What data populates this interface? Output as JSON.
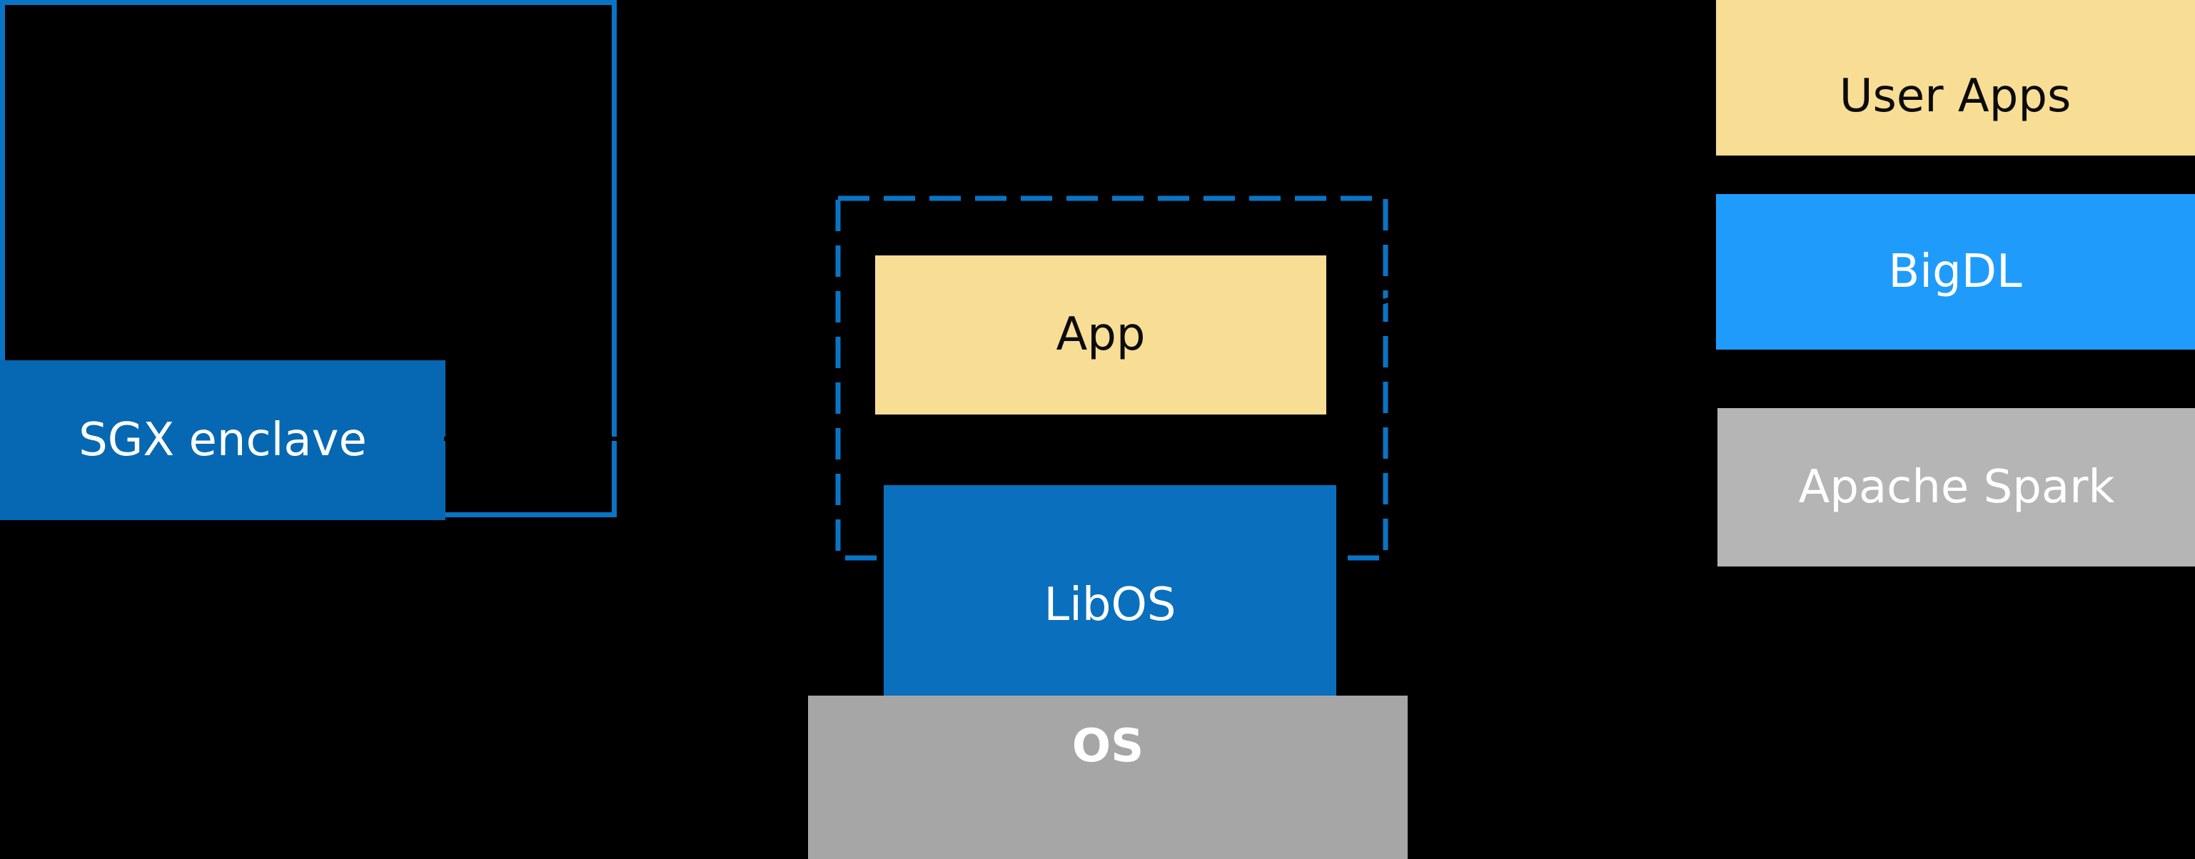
{
  "diagram": {
    "title": "SGX enclave with LibOS architecture",
    "background_color": "#000000",
    "boxes": {
      "sgx_enclave": {
        "label": "SGX enclave",
        "fill": "#0668b3",
        "text_color": "#ffffff",
        "shape": "rectangle",
        "cropped_edge": "left"
      },
      "app": {
        "label": "App",
        "fill": "#f8dd95",
        "text_color": "#0b0b0b",
        "shape": "rectangle"
      },
      "libos": {
        "label": "LibOS",
        "fill": "#0a6fbd",
        "text_color": "#ffffff",
        "shape": "rectangle"
      },
      "os": {
        "label": "OS",
        "fill": "#a6a6a6",
        "text_color": "#ffffff",
        "shape": "rectangle",
        "bold": true,
        "cropped_edge": "bottom"
      },
      "user_apps": {
        "label": "User Apps",
        "fill": "#f8dd95",
        "text_color": "#0b0b0b",
        "shape": "rectangle",
        "cropped_edge": "right"
      },
      "bigdl": {
        "label": "BigDL",
        "fill": "#1f9cfb",
        "text_color": "#ffffff",
        "shape": "rectangle",
        "cropped_edge": "right"
      },
      "apache_spark": {
        "label": "Apache Spark",
        "fill": "#b5b5b5",
        "text_color": "#ffffff",
        "shape": "rectangle",
        "cropped_edge": "right"
      }
    },
    "frames": {
      "enclave_outer": {
        "name": "enclave-boundary",
        "stroke": "#0a74c4",
        "stroke_width": 7,
        "style": "solid",
        "contains": [
          "App",
          "LibOS"
        ]
      },
      "enclave_inner": {
        "name": "trusted-region",
        "stroke": "#0a74c4",
        "stroke_width": 7,
        "style": "dashed",
        "dash_length": 44,
        "dash_gap": 20,
        "contains": [
          "App",
          "LibOS"
        ]
      }
    },
    "connectors": [
      {
        "name": "sgx-enclave-to-boundary",
        "from": "SGX enclave",
        "to": "enclave-boundary",
        "stroke": "#000000",
        "arrowhead": "start"
      },
      {
        "name": "app-to-user-apps",
        "from": "App",
        "to": "User Apps",
        "stroke": "#000000",
        "arrowhead": "start"
      },
      {
        "name": "boundary-to-right-stack",
        "from": "enclave-boundary",
        "to": "BigDL",
        "stroke": "#000000",
        "arrowhead": "none"
      }
    ],
    "right_stack_order": [
      "User Apps",
      "BigDL",
      "Apache Spark"
    ],
    "center_stack_order": [
      "App",
      "LibOS",
      "OS"
    ]
  }
}
